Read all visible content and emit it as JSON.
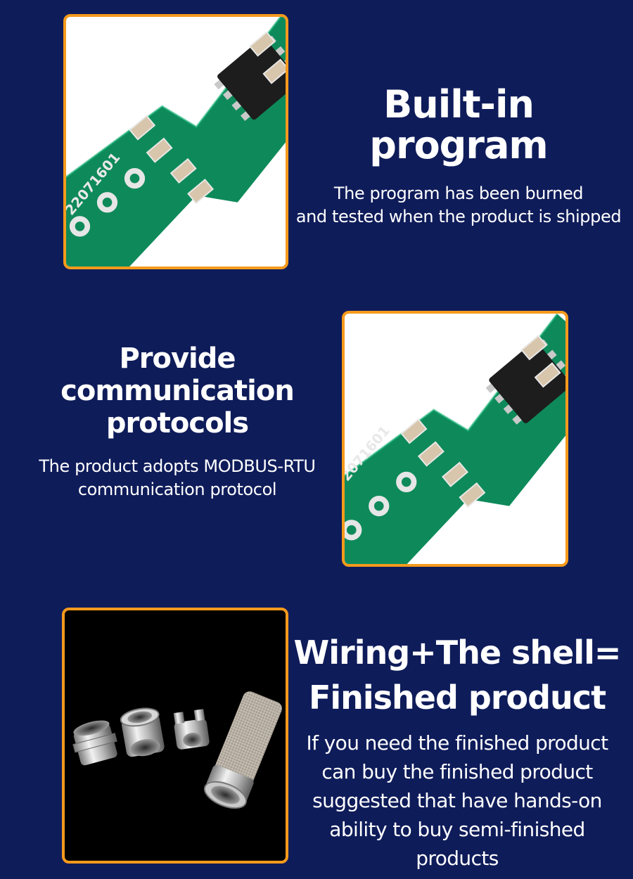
{
  "sections": [
    {
      "title": "Built-in program",
      "description": [
        "The program has been burned",
        "and tested when the product is shipped"
      ],
      "image": "pcb-board-photo",
      "pcb_marking": "22071601"
    },
    {
      "title": [
        "Provide communication",
        "protocols"
      ],
      "description": [
        "The product adopts MODBUS-RTU",
        "communication protocol"
      ],
      "image": "pcb-board-photo",
      "pcb_marking": "2071601"
    },
    {
      "title": [
        "Wiring+The shell=",
        "Finished product"
      ],
      "description": [
        "If you need the finished product",
        "can buy the finished product",
        "suggested that have hands-on",
        "ability to buy semi-finished",
        "products"
      ],
      "image": "sensor-shell-parts-photo"
    }
  ],
  "colors": {
    "background": "#0f1c5a",
    "frame_border": "#f59a1c",
    "pcb_green": "#0e8a5a",
    "text": "#ffffff"
  }
}
